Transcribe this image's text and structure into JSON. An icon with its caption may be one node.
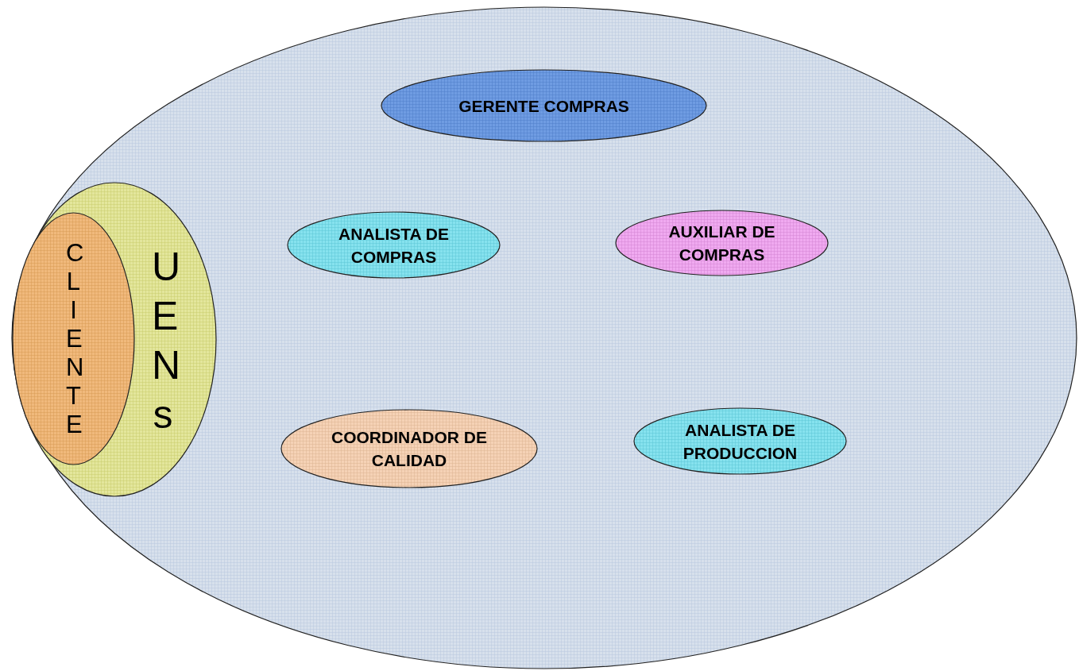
{
  "diagram": {
    "nodes": [
      {
        "text": [],
        "shape": "ellipse"
      },
      {
        "text": [
          "GERENTE COMPRAS"
        ],
        "in": 0
      },
      {
        "text": [
          "UENs"
        ],
        "in": 0
      },
      {
        "text": [
          "CLIENTE"
        ],
        "in": 2
      },
      {
        "text": [
          "ANALISTA DE COMPRAS"
        ],
        "in": 0
      },
      {
        "text": [
          "AUXILIAR DE COMPRAS"
        ],
        "in": 0
      },
      {
        "text": [
          "COORDINADOR DE CALIDAD"
        ],
        "in": 0
      },
      {
        "text": [
          "ANALISTA DE PRODUCCION"
        ],
        "in": 0
      }
    ]
  }
}
